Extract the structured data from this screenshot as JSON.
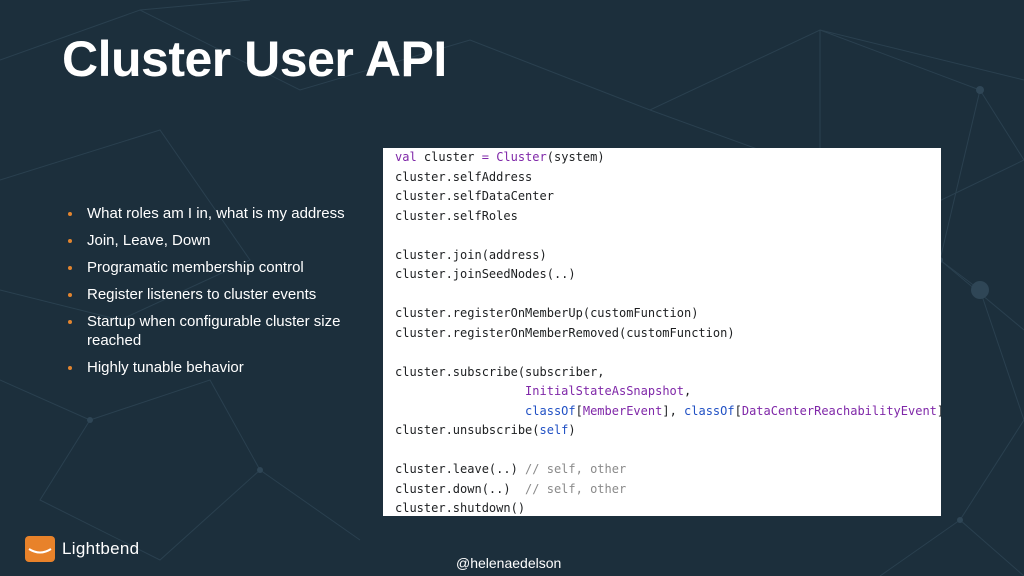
{
  "slide": {
    "title": "Cluster User API",
    "bullets": [
      "What roles am I in, what is my address",
      "Join, Leave, Down",
      "Programatic membership control",
      "Register listeners to cluster events",
      "Startup when configurable cluster size reached",
      "Highly tunable behavior"
    ],
    "bullet_color": "#e2852f",
    "background_color": "#1c2f3c"
  },
  "code": {
    "lines": [
      [
        {
          "t": "val",
          "c": "kw"
        },
        {
          "t": " cluster "
        },
        {
          "t": "=",
          "c": "kw"
        },
        {
          "t": " "
        },
        {
          "t": "Cluster",
          "c": "ty"
        },
        {
          "t": "(system)"
        }
      ],
      [
        {
          "t": "cluster.selfAddress"
        }
      ],
      [
        {
          "t": "cluster.selfDataCenter"
        }
      ],
      [
        {
          "t": "cluster.selfRoles"
        }
      ],
      [],
      [
        {
          "t": "cluster.join(address)"
        }
      ],
      [
        {
          "t": "cluster.joinSeedNodes(..)"
        }
      ],
      [],
      [
        {
          "t": "cluster.registerOnMemberUp(customFunction)"
        }
      ],
      [
        {
          "t": "cluster.registerOnMemberRemoved(customFunction)"
        }
      ],
      [],
      [
        {
          "t": "cluster.subscribe(subscriber,"
        }
      ],
      [
        {
          "t": "                  "
        },
        {
          "t": "InitialStateAsSnapshot",
          "c": "ty"
        },
        {
          "t": ","
        }
      ],
      [
        {
          "t": "                  "
        },
        {
          "t": "classOf",
          "c": "bl"
        },
        {
          "t": "["
        },
        {
          "t": "MemberEvent",
          "c": "ty"
        },
        {
          "t": "], "
        },
        {
          "t": "classOf",
          "c": "bl"
        },
        {
          "t": "["
        },
        {
          "t": "DataCenterReachabilityEvent",
          "c": "ty"
        },
        {
          "t": "])"
        }
      ],
      [
        {
          "t": "cluster.unsubscribe("
        },
        {
          "t": "self",
          "c": "bl"
        },
        {
          "t": ")"
        }
      ],
      [],
      [
        {
          "t": "cluster.leave(..) "
        },
        {
          "t": "// self, other",
          "c": "cm"
        }
      ],
      [
        {
          "t": "cluster.down(..)  "
        },
        {
          "t": "// self, other",
          "c": "cm"
        }
      ],
      [
        {
          "t": "cluster.shutdown()"
        }
      ]
    ]
  },
  "footer": {
    "logo_text": "Lightbend",
    "logo_color": "#e8822a",
    "handle": "@helenaedelson"
  }
}
